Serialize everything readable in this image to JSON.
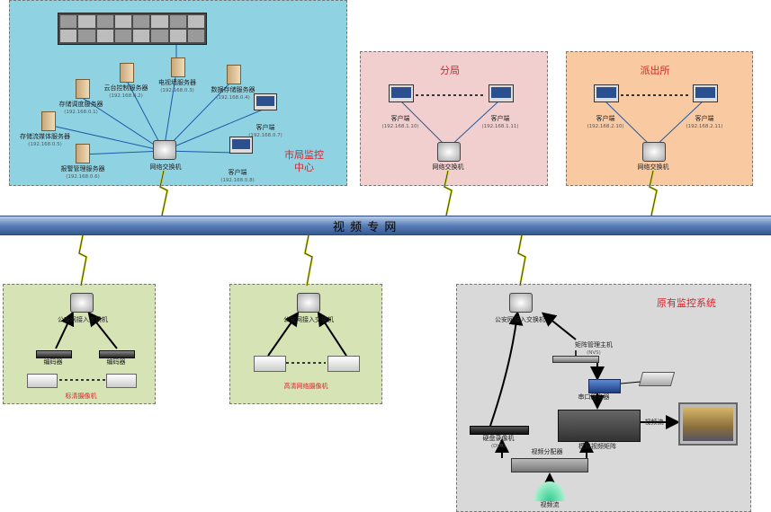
{
  "backbone": {
    "label": "视 频 专 网"
  },
  "center": {
    "title_line1": "市局监控",
    "title_line2": "中心",
    "nodes": [
      {
        "label": "存储调度服务器",
        "id": "(192.168.0.1)"
      },
      {
        "label": "云台控制服务器",
        "id": "(192.168.0.2)"
      },
      {
        "label": "电视墙服务器",
        "id": "(192.168.0.3)"
      },
      {
        "label": "数据存储服务器",
        "id": "(192.168.0.4)"
      },
      {
        "label": "存储流媒体服务器",
        "id": "(192.168.0.5)"
      },
      {
        "label": "报警管理服务器",
        "id": "(192.168.0.6)"
      },
      {
        "label": "客户端",
        "id": "(192.168.0.7)"
      },
      {
        "label": "客户端",
        "id": "(192.168.0.8)"
      }
    ],
    "switch": "网络交换机"
  },
  "branch": {
    "title": "分局",
    "client1": "客户端",
    "client1_id": "(192.168.1.10)",
    "client2": "客户端",
    "client2_id": "(192.168.1.11)",
    "switch": "网络交换机"
  },
  "station": {
    "title": "派出所",
    "client1": "客户端",
    "client1_id": "(192.168.2.10)",
    "client2": "客户端",
    "client2_id": "(192.168.2.11)",
    "switch": "网络交换机"
  },
  "hd": {
    "switch": "公安网接入交换机",
    "encoder1": "编码器",
    "encoder2": "编码器",
    "label": "标清摄像机"
  },
  "ipcam": {
    "switch": "公安网接入交换机",
    "label": "高清网络摄像机"
  },
  "legacy": {
    "title": "原有监控系统",
    "switch": "公安网接入交换机",
    "controller": "矩阵管理主机",
    "controller_sub": "(NVS)",
    "serial": "串口服务器",
    "matrix": "模拟视频矩阵",
    "dvr": "硬盘录像机",
    "dvr_sub": "(DVR)",
    "splitter": "视频分配器",
    "video_out": "视频流",
    "video_in": "视频流"
  },
  "colors": {
    "center_bg": "#8fd3e3",
    "branch_bg": "#f2cfcf",
    "station_bg": "#f9c9a1",
    "hd_bg": "#d6e3b5",
    "legacy_bg": "#d9d9d9",
    "accent": "#d8232a",
    "backbone": "#5a7eb8"
  }
}
